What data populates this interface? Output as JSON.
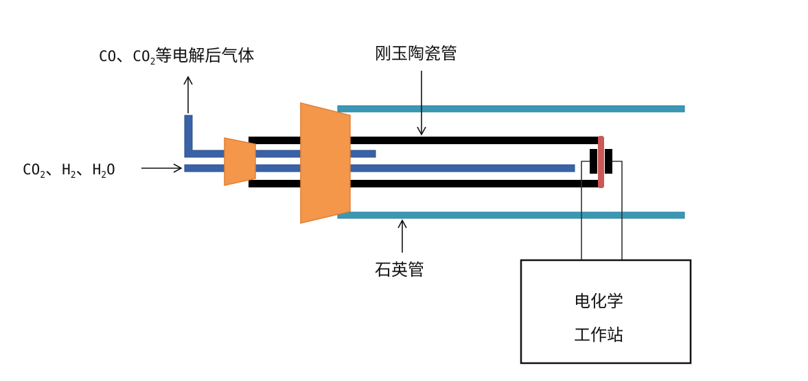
{
  "labels": {
    "outlet_gas": {
      "co": "CO",
      "sep": "、",
      "co2_main": "CO",
      "co2_sub": "2",
      "suffix": "等电解后气体"
    },
    "inlet_gas": {
      "co2_main": "CO",
      "co2_sub": "2",
      "sep1": "、",
      "h2_main": "H",
      "h2_sub": "2",
      "sep2": "、",
      "h2o_h": "H",
      "h2o_sub": "2",
      "h2o_o": "O"
    },
    "alumina_tube": "刚玉陶瓷管",
    "quartz_tube": "石英管",
    "workstation": {
      "line1": "电化学",
      "line2": "工作站"
    }
  },
  "colors": {
    "quartz_tube": "#3a98b4",
    "gas_pipe": "#3a62a6",
    "flange": "#f5974a",
    "alumina_tube": "#000000",
    "electrolyte": "#cd5757",
    "wire": "#333333",
    "arrow": "#111111"
  }
}
